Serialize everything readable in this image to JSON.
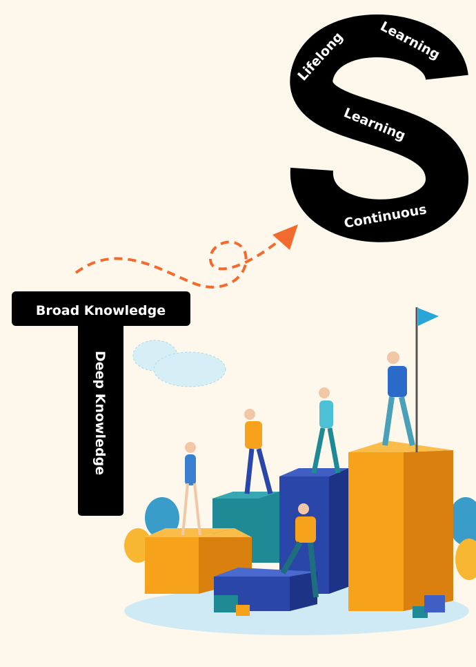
{
  "s_shape": {
    "word_lifelong": "Lifelong",
    "word_learning_top": "Learning",
    "word_learning_middle": "Learning",
    "word_continuous": "Continuous"
  },
  "t_shape": {
    "broad": "Broad Knowledge",
    "deep": "Deep Knowledge"
  },
  "colors": {
    "background": "#fdf8eb",
    "shape": "#000000",
    "arrow": "#f26a2e",
    "orange_box": "#f7a21b",
    "teal_box": "#1f8a96",
    "blue_box": "#2a46a8",
    "flag": "#2aa5d8"
  }
}
